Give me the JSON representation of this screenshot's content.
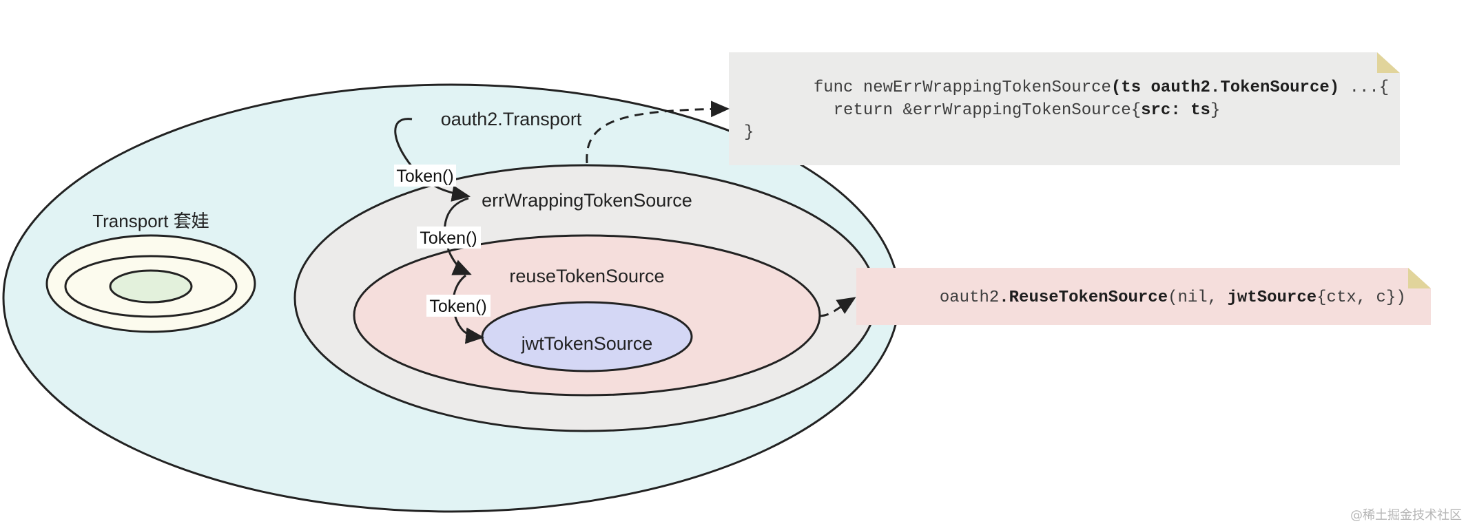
{
  "colors": {
    "transport_fill": "#e1f3f4",
    "err_fill": "#ecebea",
    "reuse_fill": "#f5dedc",
    "jwt_fill": "#d4d7f5",
    "matryoshka_outer": "#fcfbee",
    "matryoshka_inner": "#e3f1dc",
    "note1_fill": "#ebebea",
    "note2_fill": "#f5dedc",
    "note_fold": "#e1d49b",
    "stroke": "#222222"
  },
  "labels": {
    "oauth_transport": "oauth2.Transport",
    "err_wrapping": "errWrappingTokenSource",
    "reuse": "reuseTokenSource",
    "jwt": "jwtTokenSource",
    "matryoshka": "Transport 套娃"
  },
  "edges": {
    "token1": "Token()",
    "token2": "Token()",
    "token3": "Token()"
  },
  "note1": {
    "line1": {
      "p1": "func newErrWrappingTokenSource",
      "p2": "(ts oauth2.TokenSource)",
      "p3": " ...{"
    },
    "line2": {
      "p1": "  return &errWrappingTokenSource{",
      "p2": "src: ts",
      "p3": "}"
    },
    "line3": "}"
  },
  "note2": {
    "p1": "oauth2",
    "p2": ".ReuseTokenSource",
    "p3": "(nil, ",
    "p4": "jwtSource",
    "p5": "{ctx, c})"
  },
  "watermark": "@稀土掘金技术社区"
}
